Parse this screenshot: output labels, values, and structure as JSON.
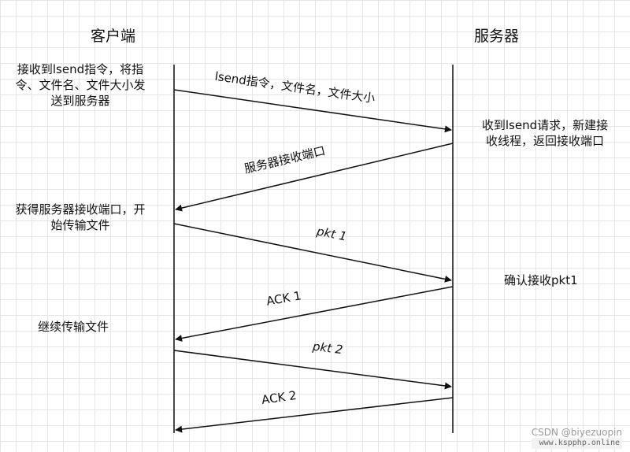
{
  "participants": {
    "client": "客户端",
    "server": "服务器"
  },
  "client_notes": {
    "n1_line1": "接收到lsend指令，将指",
    "n1_line2": "令、文件名、文件大小发",
    "n1_line3": "送到服务器",
    "n2_line1": "获得服务器接收端口，开",
    "n2_line2": "始传输文件",
    "n3": "继续传输文件"
  },
  "server_notes": {
    "n1_line1": "收到lsend请求，新建接",
    "n1_line2": "收线程，返回接收端口",
    "n2": "确认接收pkt1"
  },
  "messages": [
    {
      "label": "lsend指令，文件名，文件大小",
      "direction": "client-to-server"
    },
    {
      "label": "服务器接收端口",
      "direction": "server-to-client"
    },
    {
      "label": "pkt 1",
      "direction": "client-to-server"
    },
    {
      "label": "ACK 1",
      "direction": "server-to-client"
    },
    {
      "label": "pkt 2",
      "direction": "client-to-server"
    },
    {
      "label": "ACK 2",
      "direction": "server-to-client"
    }
  ],
  "watermark": {
    "line1": "CSDN @biyezuopin",
    "line2": "www.kspphp.online"
  }
}
